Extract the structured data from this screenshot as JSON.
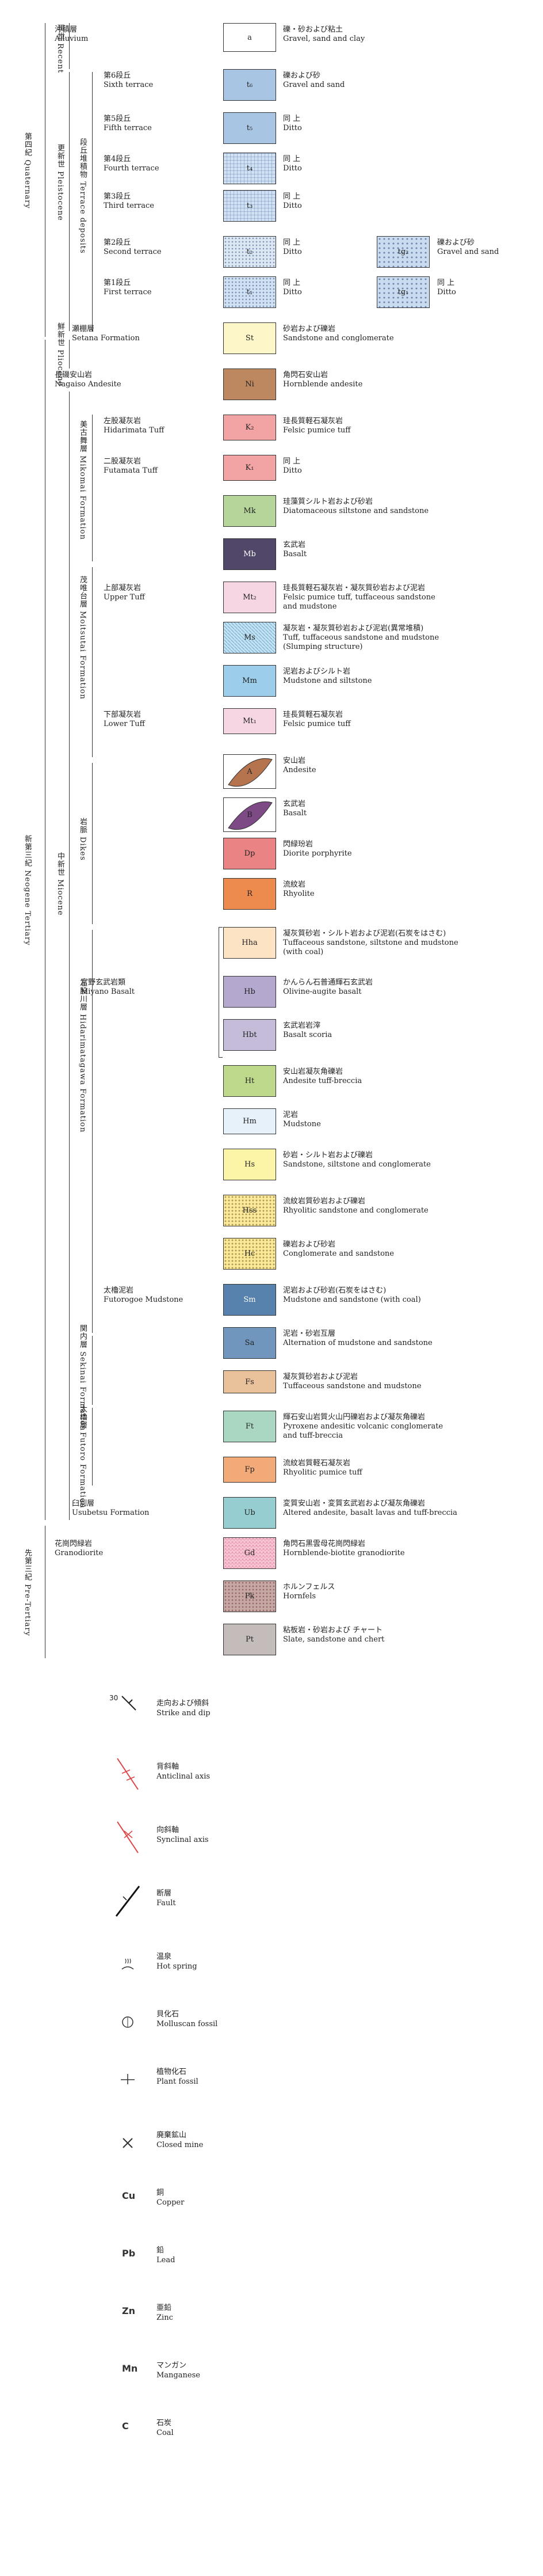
{
  "eras": {
    "quaternary": {
      "jp": "第四紀",
      "en": "Quaternary"
    },
    "recent": {
      "jp": "現世",
      "en": "Recent"
    },
    "pleistocene": {
      "jp": "更新世",
      "en": "Pleistocene"
    },
    "terrace_deposits": {
      "jp": "段丘堆積物",
      "en": "Terrace deposits"
    },
    "pliocene": {
      "jp": "鮮新世",
      "en": "Pliocene"
    },
    "neogene": {
      "jp": "新第三紀",
      "en": "Neogene Tertiary"
    },
    "miocene": {
      "jp": "中新世",
      "en": "Miocene"
    },
    "mikomai": {
      "jp": "美古舞層",
      "en": "Mikomai Formation"
    },
    "moitsutai": {
      "jp": "茂唯台層",
      "en": "Moitsutai Formation"
    },
    "dikes": {
      "jp": "岩脈",
      "en": "Dikes"
    },
    "hidarimatagawa": {
      "jp": "左股川層",
      "en": "Hidarimatagawa Formation"
    },
    "sekinai": {
      "jp": "関内層",
      "en": "Sekinai Formation"
    },
    "futoro": {
      "jp": "太櫓層",
      "en": "Futoro Formation"
    },
    "pre_tertiary": {
      "jp": "先第三紀",
      "en": "Pre-Tertiary"
    }
  },
  "units": [
    {
      "jp": "沖積層",
      "en": "Alluvium",
      "code": "a",
      "color": "#ffffff",
      "d1": "礫・砂および粘土",
      "d2": "Gravel, sand and clay"
    },
    {
      "jp": "第6段丘",
      "en": "Sixth terrace",
      "code": "t₆",
      "color": "#a9c5e4",
      "d1": "礫および砂",
      "d2": "Gravel and sand"
    },
    {
      "jp": "第5段丘",
      "en": "Fifth terrace",
      "code": "t₅",
      "color": "#a9c5e4",
      "d1": "同 上",
      "d2": "Ditto"
    },
    {
      "jp": "第4段丘",
      "en": "Fourth terrace",
      "code": "t₄",
      "color": "#cfe1f2",
      "d1": "同 上",
      "d2": "Ditto"
    },
    {
      "jp": "第3段丘",
      "en": "Third terrace",
      "code": "t₃",
      "color": "#cfe1f2",
      "d1": "同 上",
      "d2": "Ditto"
    },
    {
      "jp": "第2段丘",
      "en": "Second terrace",
      "code": "t₂",
      "color": "#dbe8f4",
      "d1": "同 上",
      "d2": "Ditto",
      "code2": "tg₂",
      "d3": "礫および砂",
      "d4": "Gravel and sand"
    },
    {
      "jp": "第1段丘",
      "en": "First terrace",
      "code": "t₁",
      "color": "#cfe1f2",
      "d1": "同 上",
      "d2": "Ditto",
      "code2": "tg₁",
      "d3": "同 上",
      "d4": "Ditto"
    },
    {
      "jp": "瀬棚層",
      "en": "Setana Formation",
      "code": "St",
      "color": "#fdf6c8",
      "d1": "砂岩および礫岩",
      "d2": "Sandstone and conglomerate"
    },
    {
      "jp": "長磯安山岩",
      "en": "Nagaiso Andesite",
      "code": "Ni",
      "color": "#bd8860",
      "d1": "角閃石安山岩",
      "d2": "Hornblende andesite"
    },
    {
      "jp": "左股凝灰岩",
      "en": "Hidarimata Tuff",
      "code": "K₂",
      "color": "#f2a3a3",
      "d1": "珪長質軽石凝灰岩",
      "d2": "Felsic pumice tuff"
    },
    {
      "jp": "二股凝灰岩",
      "en": "Futamata Tuff",
      "code": "K₁",
      "color": "#f2a3a3",
      "d1": "同 上",
      "d2": "Ditto"
    },
    {
      "jp": "",
      "en": "",
      "code": "Mk",
      "color": "#b6d59a",
      "d1": "珪藻質シルト岩および砂岩",
      "d2": "Diatomaceous siltstone and sandstone"
    },
    {
      "jp": "",
      "en": "",
      "code": "Mb",
      "color": "#514869",
      "d1": "玄武岩",
      "d2": "Basalt"
    },
    {
      "jp": "上部凝灰岩",
      "en": "Upper Tuff",
      "code": "Mt₂",
      "color": "#f7d6e4",
      "d1": "珪長質軽石凝灰岩・凝灰質砂岩および泥岩",
      "d2": "Felsic pumice tuff, tuffaceous sandstone",
      "d3": "and mudstone"
    },
    {
      "jp": "",
      "en": "",
      "code": "Ms",
      "color": "#bfe3f2",
      "d1": "凝灰岩・凝灰質砂岩および泥岩(異常堆積)",
      "d2": "Tuff, tuffaceous sandstone and mudstone",
      "d3": "(Slumping structure)"
    },
    {
      "jp": "",
      "en": "",
      "code": "Mm",
      "color": "#9ccdeb",
      "d1": "泥岩およびシルト岩",
      "d2": "Mudstone and siltstone"
    },
    {
      "jp": "下部凝灰岩",
      "en": "Lower Tuff",
      "code": "Mt₁",
      "color": "#f7d6e4",
      "d1": "珪長質軽石凝灰岩",
      "d2": "Felsic pumice tuff"
    },
    {
      "jp": "",
      "en": "",
      "code": "A",
      "color": "#b5744e",
      "d1": "安山岩",
      "d2": "Andesite"
    },
    {
      "jp": "",
      "en": "",
      "code": "B",
      "color": "#7d4a86",
      "d1": "玄武岩",
      "d2": "Basalt"
    },
    {
      "jp": "",
      "en": "",
      "code": "Dp",
      "color": "#ea8383",
      "d1": "閃緑玢岩",
      "d2": "Diorite porphyrite"
    },
    {
      "jp": "",
      "en": "",
      "code": "R",
      "color": "#ed8a4e",
      "d1": "流紋岩",
      "d2": "Rhyolite"
    },
    {
      "jp": "",
      "en": "",
      "code": "Hha",
      "color": "#fbe3c4",
      "d1": "凝灰質砂岩・シルト岩および泥岩(石炭をはさむ)",
      "d2": "Tuffaceous sandstone, siltstone and mudstone",
      "d3": "(with coal)"
    },
    {
      "jp": "宮野玄武岩類",
      "en": "Miyano Basalt",
      "code": "Hb",
      "color": "#b4a8cf",
      "d1": "かんらん石普通輝石玄武岩",
      "d2": "Olivine-augite basalt"
    },
    {
      "jp": "",
      "en": "",
      "code": "Hbt",
      "color": "#c5bcd9",
      "d1": "玄武岩岩滓",
      "d2": "Basalt scoria"
    },
    {
      "jp": "",
      "en": "",
      "code": "Ht",
      "color": "#bfd98c",
      "d1": "安山岩凝灰角礫岩",
      "d2": "Andesite tuff-breccia"
    },
    {
      "jp": "",
      "en": "",
      "code": "Hm",
      "color": "#e7f1fa",
      "d1": "泥岩",
      "d2": "Mudstone"
    },
    {
      "jp": "",
      "en": "",
      "code": "Hs",
      "color": "#fcf5a8",
      "d1": "砂岩・シルト岩および礫岩",
      "d2": "Sandstone, siltstone and conglomerate"
    },
    {
      "jp": "",
      "en": "",
      "code": "Hss",
      "color": "#fcea9a",
      "d1": "流紋岩質砂岩および礫岩",
      "d2": "Rhyolitic sandstone and conglomerate"
    },
    {
      "jp": "",
      "en": "",
      "code": "Hc",
      "color": "#fce998",
      "d1": "礫岩および砂岩",
      "d2": "Conglomerate and sandstone"
    },
    {
      "jp": "太櫓泥岩",
      "en": "Futorogoe Mudstone",
      "code": "Sm",
      "color": "#5682ad",
      "d1": "泥岩および砂岩(石炭をはさむ)",
      "d2": "Mudstone and sandstone (with coal)"
    },
    {
      "jp": "",
      "en": "",
      "code": "Sa",
      "color": "#7196bd",
      "d1": "泥岩・砂岩互層",
      "d2": "Alternation of mudstone and sandstone"
    },
    {
      "jp": "",
      "en": "",
      "code": "Fs",
      "color": "#e9c29c",
      "d1": "凝灰質砂岩および泥岩",
      "d2": "Tuffaceous sandstone and mudstone"
    },
    {
      "jp": "",
      "en": "",
      "code": "Ft",
      "color": "#a9d7c1",
      "d1": "輝石安山岩質火山円礫岩および凝灰角礫岩",
      "d2": "Pyroxene andesitic volcanic conglomerate",
      "d3": "and tuff-breccia"
    },
    {
      "jp": "",
      "en": "",
      "code": "Fp",
      "color": "#f2ab78",
      "d1": "流紋岩質軽石凝灰岩",
      "d2": "Rhyolitic pumice tuff"
    },
    {
      "jp": "臼別層",
      "en": "Usubetsu Formation",
      "code": "Ub",
      "color": "#96cdd0",
      "d1": "変質安山岩・変質玄武岩および凝灰角礫岩",
      "d2": "Altered andesite, basalt lavas and tuff-breccia"
    },
    {
      "jp": "花崗閃緑岩",
      "en": "Granodiorite",
      "code": "Gd",
      "color": "#f6c4d3",
      "d1": "角閃石黒雲母花崗閃緑岩",
      "d2": "Hornblende-biotite granodiorite"
    },
    {
      "jp": "",
      "en": "",
      "code": "Pk",
      "color": "#c7a7a4",
      "d1": "ホルンフェルス",
      "d2": "Hornfels"
    },
    {
      "jp": "",
      "en": "",
      "code": "Pt",
      "color": "#c4bbbb",
      "d1": "粘板岩・砂岩および チャート",
      "d2": "Slate, sandstone and chert"
    }
  ],
  "symbols": [
    {
      "icon": "strike-dip-icon",
      "num": "30",
      "jp": "走向および傾斜",
      "en": "Strike and dip"
    },
    {
      "icon": "anticlinal-axis-icon",
      "jp": "背斜軸",
      "en": "Anticlinal axis"
    },
    {
      "icon": "synclinal-axis-icon",
      "jp": "向斜軸",
      "en": "Synclinal axis"
    },
    {
      "icon": "fault-icon",
      "jp": "断層",
      "en": "Fault"
    },
    {
      "icon": "hot-spring-icon",
      "jp": "温泉",
      "en": "Hot spring"
    },
    {
      "icon": "molluscan-fossil-icon",
      "jp": "貝化石",
      "en": "Molluscan fossil"
    },
    {
      "icon": "plant-fossil-icon",
      "jp": "植物化石",
      "en": "Plant fossil"
    },
    {
      "icon": "closed-mine-icon",
      "jp": "廃棄鉱山",
      "en": "Closed mine"
    },
    {
      "icon": "copper",
      "mark": "Cu",
      "jp": "銅",
      "en": "Copper"
    },
    {
      "icon": "lead",
      "mark": "Pb",
      "jp": "鉛",
      "en": "Lead"
    },
    {
      "icon": "zinc",
      "mark": "Zn",
      "jp": "亜鉛",
      "en": "Zinc"
    },
    {
      "icon": "manganese",
      "mark": "Mn",
      "jp": "マンガン",
      "en": "Manganese"
    },
    {
      "icon": "coal",
      "mark": "C",
      "jp": "石炭",
      "en": "Coal"
    }
  ]
}
